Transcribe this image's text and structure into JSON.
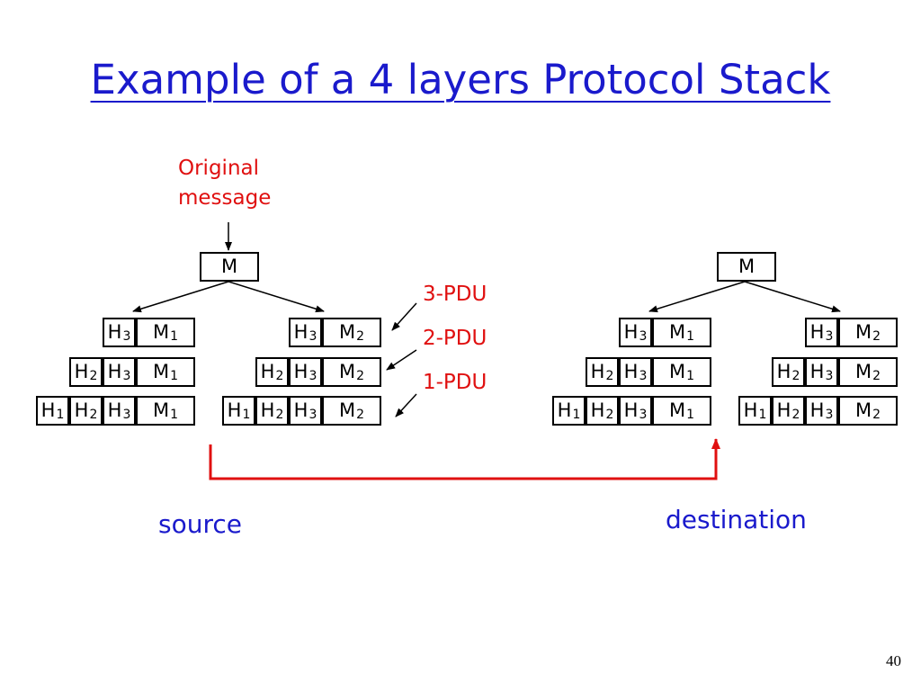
{
  "title": "Example of a 4 layers Protocol Stack",
  "original_message": [
    "Original",
    "message"
  ],
  "pdu_labels": [
    "3-PDU",
    "2-PDU",
    "1-PDU"
  ],
  "source_label": "source",
  "destination_label": "destination",
  "page_number": "40",
  "root_label": "M",
  "headers": [
    {
      "letter": "H",
      "sub": "1"
    },
    {
      "letter": "H",
      "sub": "2"
    },
    {
      "letter": "H",
      "sub": "3"
    }
  ],
  "messages": [
    {
      "letter": "M",
      "sub": "1"
    },
    {
      "letter": "M",
      "sub": "2"
    }
  ],
  "colors": {
    "title": "#1a1acc",
    "labels": "#1a1acc",
    "annotation": "#e01010",
    "path": "#e01010"
  }
}
